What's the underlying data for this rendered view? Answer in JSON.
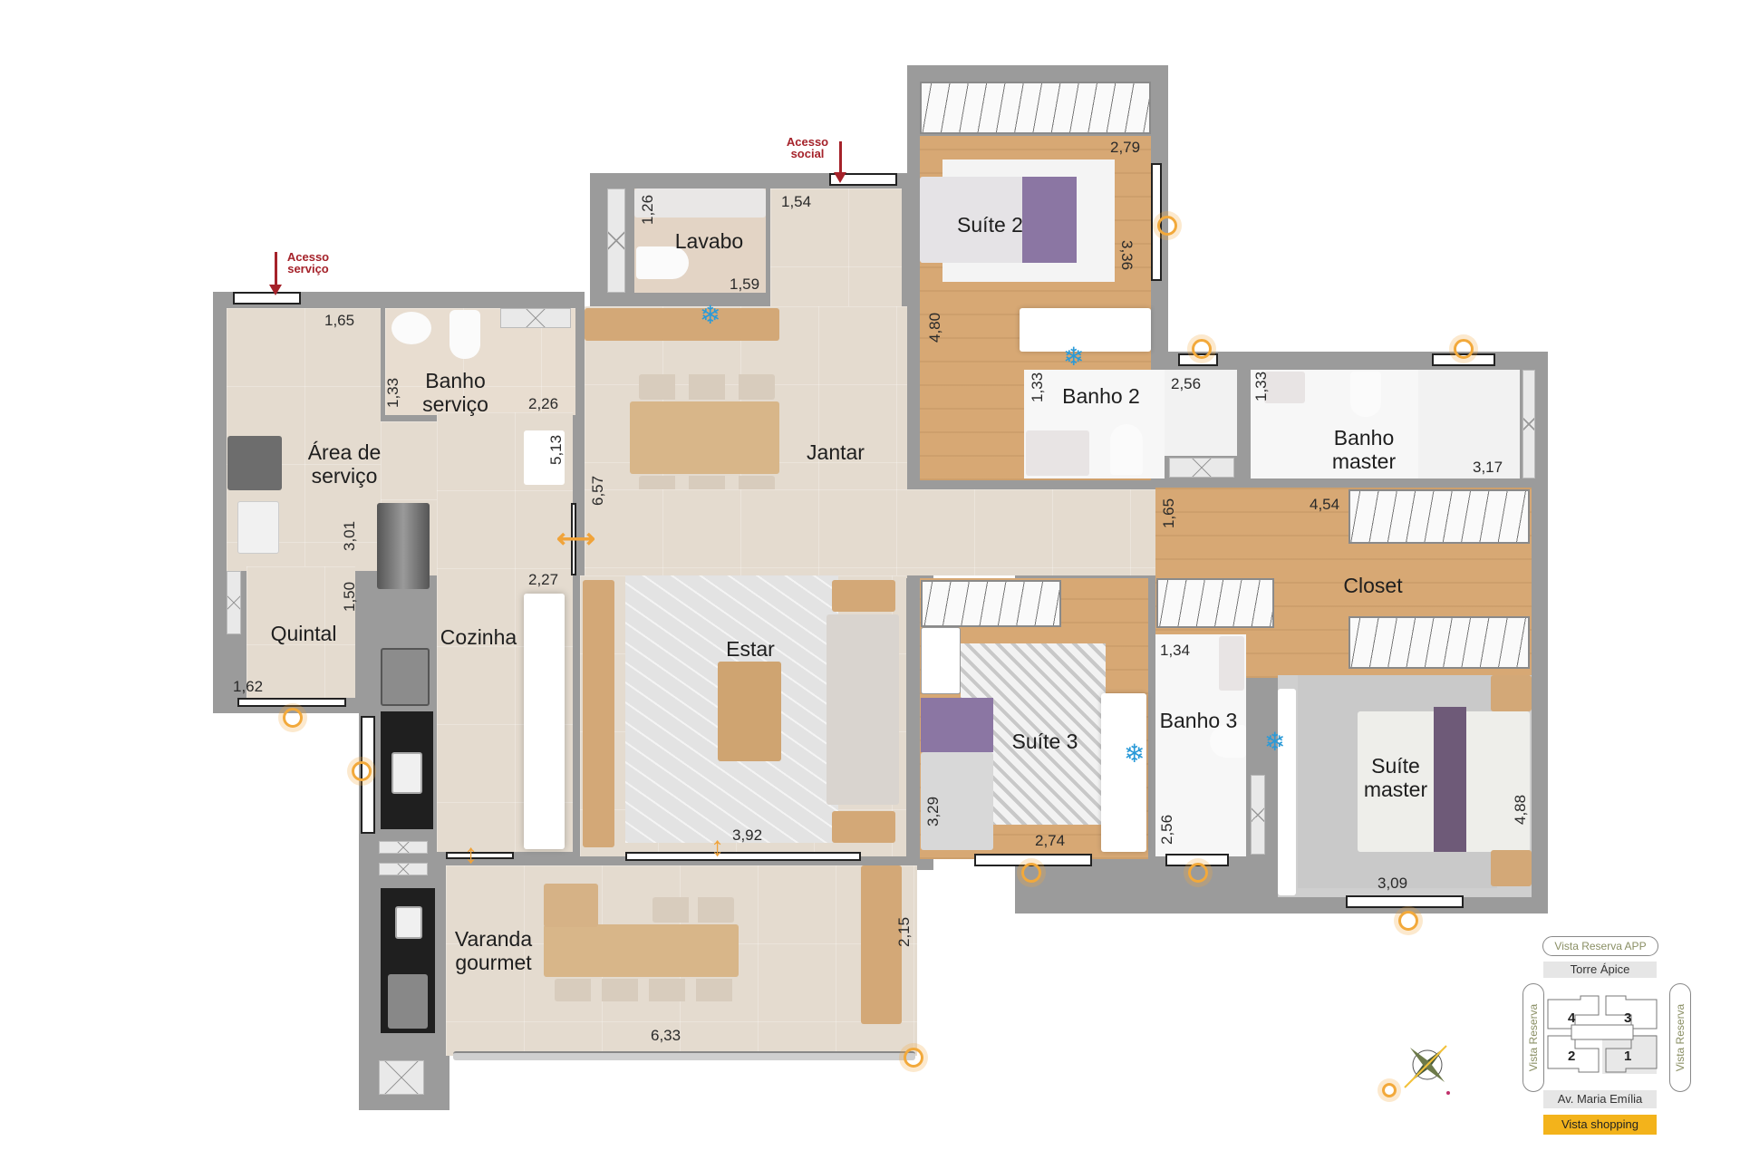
{
  "plan": {
    "rooms": [
      {
        "id": "area-servico",
        "label": "Área de\nserviço"
      },
      {
        "id": "banho-servico",
        "label": "Banho\nserviço"
      },
      {
        "id": "quintal",
        "label": "Quintal"
      },
      {
        "id": "cozinha",
        "label": "Cozinha"
      },
      {
        "id": "lavabo",
        "label": "Lavabo"
      },
      {
        "id": "jantar",
        "label": "Jantar"
      },
      {
        "id": "estar",
        "label": "Estar"
      },
      {
        "id": "varanda",
        "label": "Varanda\ngourmet"
      },
      {
        "id": "suite2",
        "label": "Suíte 2"
      },
      {
        "id": "banho2",
        "label": "Banho 2"
      },
      {
        "id": "banho-master",
        "label": "Banho\nmaster"
      },
      {
        "id": "closet",
        "label": "Closet"
      },
      {
        "id": "suite3",
        "label": "Suíte 3"
      },
      {
        "id": "banho3",
        "label": "Banho 3"
      },
      {
        "id": "suite-master",
        "label": "Suíte\nmaster"
      }
    ],
    "dimensions": {
      "area_servico_w": "1,65",
      "banho_servico_h": "1,33",
      "banho_servico_w": "2,26",
      "cozinha_5_13": "5,13",
      "quintal_3_01": "3,01",
      "quintal_1_50": "1,50",
      "quintal_w": "1,62",
      "cozinha_2_27": "2,27",
      "jantar_6_57": "6,57",
      "lavabo_h": "1,26",
      "lavabo_w": "1,59",
      "hall_w": "1,54",
      "suite2_w": "2,79",
      "suite2_h": "3,36",
      "suite2_4_80": "4,80",
      "banho2_h": "1,33",
      "banho2_w": "2,56",
      "banho_master_h": "1,33",
      "banho_master_w": "3,17",
      "closet_h": "1,65",
      "closet_w": "4,54",
      "banho3_w": "1,34",
      "banho3_h": "2,56",
      "suite3_h": "3,29",
      "suite3_w": "2,74",
      "suite_master_h": "4,88",
      "suite_master_w": "3,09",
      "estar_w": "3,92",
      "varanda_w": "6,33",
      "varanda_h": "2,15"
    },
    "access": {
      "servico": "Acesso\nserviço",
      "social": "Acesso\nsocial"
    },
    "icons": {
      "sun": "sun-icon",
      "snowflake": "❄",
      "arrow_h": "⟷",
      "arrow_v": "↕"
    }
  },
  "legend": {
    "top_pill": "Vista Reserva APP",
    "tower": "Torre Ápice",
    "left_pill": "Vista Reserva",
    "right_pill": "Vista Reserva",
    "units": [
      "4",
      "3",
      "2",
      "1"
    ],
    "highlighted_unit": "1",
    "street": "Av. Maria Emília",
    "bottom": "Vista shopping"
  },
  "colors": {
    "wall": "#9b9b9b",
    "access": "#a5222a",
    "sun": "#f2a93b",
    "ac": "#2a9ad8",
    "highlight": "#f3b31b"
  }
}
